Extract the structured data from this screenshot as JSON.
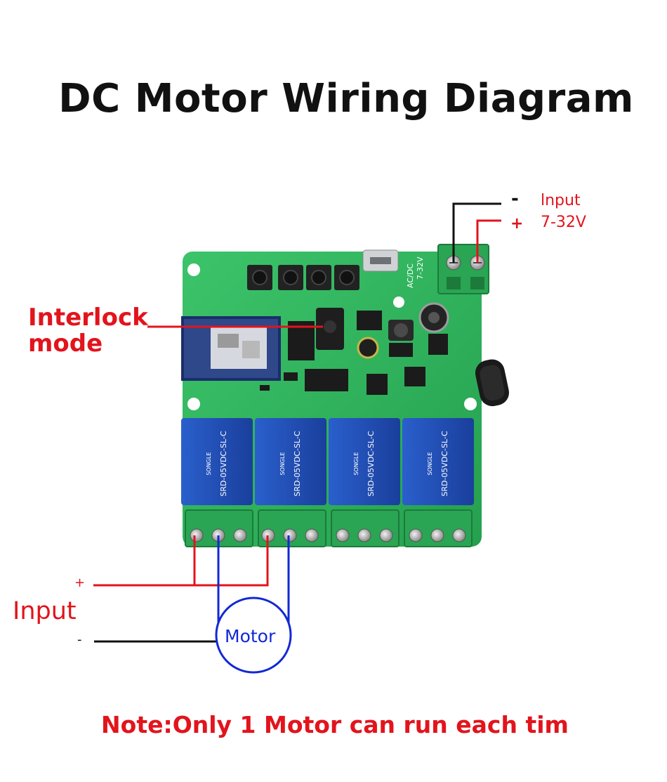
{
  "title": "DC Motor Wiring Diagram",
  "power_input": {
    "minus_sign": "-",
    "plus_sign": "+",
    "label": "lnput",
    "voltage": "7-32V"
  },
  "interlock": {
    "line1": "Interlock",
    "line2": "mode"
  },
  "motor_input": {
    "plus_sign": "+",
    "label": "Input",
    "minus_sign": "-"
  },
  "motor_label": "Motor",
  "board": {
    "terminal_text": "7-32V",
    "terminal_text2": "AC/DC",
    "relay_model": "SRD-05VDC-SL-C",
    "relay_brand": "SONGLE"
  },
  "note": "Note:Only 1 Motor can run each tim",
  "colors": {
    "board_green": "#2db45a",
    "relay_blue": "#1f4fb6",
    "wire_red": "#e2141c",
    "wire_blue": "#1228d6",
    "wire_black": "#111111"
  }
}
